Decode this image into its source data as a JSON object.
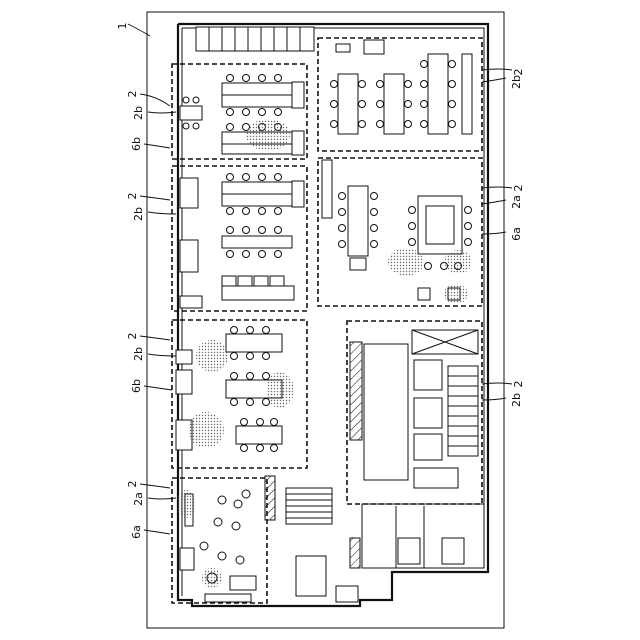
{
  "figure": {
    "labels": {
      "building": "1",
      "zone": "2",
      "zone_b": "2b",
      "zone_a": "2a",
      "area_b": "6b",
      "area_a": "6a"
    }
  }
}
